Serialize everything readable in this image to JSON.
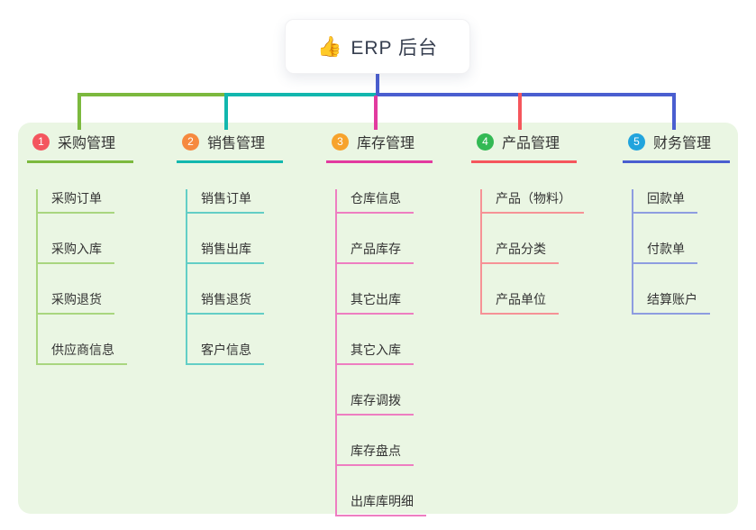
{
  "root": {
    "icon": "👍",
    "label": "ERP 后台"
  },
  "palette": {
    "panel_bg": "#eaf6e3",
    "text": "#333333",
    "root_drop": "#4a5ed0"
  },
  "branches": [
    {
      "number": "1",
      "label": "采购管理",
      "colors": {
        "badge": "#f4555e",
        "line": "#7cb93e",
        "child": "#a9d67f"
      },
      "children": [
        "采购订单",
        "采购入库",
        "采购退货",
        "供应商信息"
      ]
    },
    {
      "number": "2",
      "label": "销售管理",
      "colors": {
        "badge": "#f6893f",
        "line": "#12b7ae",
        "child": "#63cec6"
      },
      "children": [
        "销售订单",
        "销售出库",
        "销售退货",
        "客户信息"
      ]
    },
    {
      "number": "3",
      "label": "库存管理",
      "colors": {
        "badge": "#f7a32c",
        "line": "#e23a9f",
        "child": "#ee7ec1"
      },
      "children": [
        "仓库信息",
        "产品库存",
        "其它出库",
        "其它入库",
        "库存调拨",
        "库存盘点",
        "出库库明细"
      ]
    },
    {
      "number": "4",
      "label": "产品管理",
      "colors": {
        "badge": "#33b954",
        "line": "#f5565c",
        "child": "#f69296"
      },
      "children": [
        "产品（物料）",
        "产品分类",
        "产品单位"
      ]
    },
    {
      "number": "5",
      "label": "财务管理",
      "colors": {
        "badge": "#21a4dd",
        "line": "#4a5ed0",
        "child": "#8e9de0"
      },
      "children": [
        "回款单",
        "付款单",
        "结算账户"
      ]
    }
  ]
}
